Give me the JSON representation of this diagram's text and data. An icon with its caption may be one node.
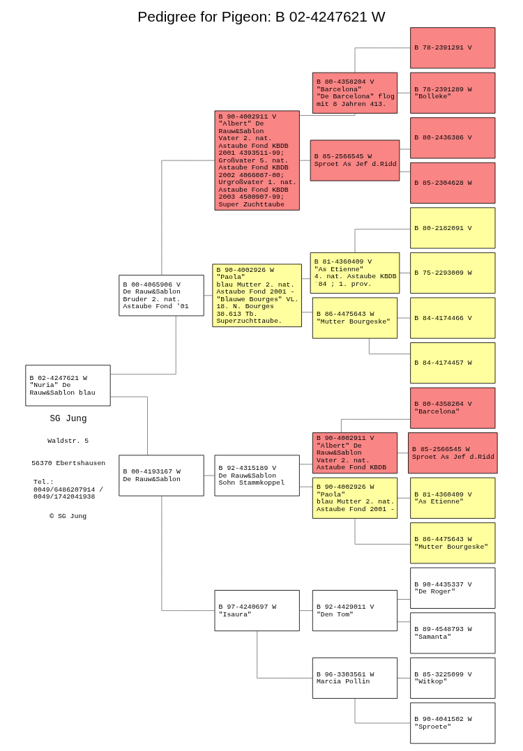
{
  "diagram": {
    "title": "Pedigree for Pigeon: B 02-4247621 W",
    "nodes": [
      {
        "text": [
          "B 02-4247621 W",
          "\"Nuria\" De Rauw&Sablon blau"
        ]
      },
      {
        "text": [
          "B 00-4065906 V",
          "De Rauw&Sablon",
          "Bruder 2. nat. Astaube Fond '01"
        ]
      },
      {
        "text": [
          "B 00-4193167 W",
          "De Rauw&Sablon"
        ]
      },
      {
        "text": [
          "B 90-4002911 V",
          "\"Albert\" De Rauw&Sablon",
          "Vater 2. nat. Astaube Fond KBDB 2001 4393511-99; Großvater 5. nat. Astaube Fond KBDB 2002 4066087-00; Urgroßvater 1. nat. Astaube Fond KBDB 2003 4500907-99; Super Zuchttaube"
        ]
      },
      {
        "text": [
          "B 90-4002926 W",
          "\"Paola\"",
          "blau Mutter 2. nat. Astaube Fond 2001 - \"Blauwe Bourges\" VL. 18. N. Bourges 38.613 Tb. Superzuchttaube."
        ]
      },
      {
        "text": [
          "B 92-4315189 V",
          "De Rauw&Sablon",
          "Sohn Stammkoppel"
        ]
      },
      {
        "text": [
          "B 97-4240697 W",
          "\"Isaura\""
        ]
      },
      {
        "text": [
          "B 80-4358204 V",
          "\"Barcelona\"",
          "\"De Barcelona\" flog mit 8 Jahren 413."
        ]
      },
      {
        "text": [
          "B 85-2566545 W",
          "Sproet As Jef d.Ridd"
        ]
      },
      {
        "text": [
          "B 81-4360409 V",
          "\"As Etienne\"",
          "4. nat. Astaube KBDB `84 ; 1. prov."
        ]
      },
      {
        "text": [
          "B 86-4475643 W",
          "\"Mutter Bourgeske\""
        ]
      },
      {
        "text": [
          "B 90-4002911 V",
          "\"Albert\" De Rauw&Sablon",
          "Vater 2. nat. Astaube Fond KBDB"
        ]
      },
      {
        "text": [
          "B 90-4002926 W",
          "\"Paola\"",
          "blau Mutter 2. nat. Astaube Fond 2001 -"
        ]
      },
      {
        "text": [
          "B 92-4429011 V",
          "\"Den Tom\""
        ]
      },
      {
        "text": [
          "B 96-3303561 W",
          "Marcia Pollin"
        ]
      },
      {
        "text": [
          "B 78-2391291 V"
        ]
      },
      {
        "text": [
          "B 78-2391289 W",
          "\"Bolleke\""
        ]
      },
      {
        "text": [
          "B 80-2436386 V"
        ]
      },
      {
        "text": [
          "B 85-2304628 W"
        ]
      },
      {
        "text": [
          "B 80-2182091 V"
        ]
      },
      {
        "text": [
          "B 75-2293009 W"
        ]
      },
      {
        "text": [
          "B 84-4174466 V"
        ]
      },
      {
        "text": [
          "B 84-4174457 W"
        ]
      },
      {
        "text": [
          "B 80-4358204 V",
          "\"Barcelona\""
        ]
      },
      {
        "text": [
          "B 85-2566545 W",
          "Sproet As Jef d.Ridd"
        ]
      },
      {
        "text": [
          "B 81-4360409 V",
          "\"As Etienne\""
        ]
      },
      {
        "text": [
          "B 86-4475643 W",
          "\"Mutter Bourgeske\""
        ]
      },
      {
        "text": [
          "B 90-4435337 V",
          "\"De Roger\""
        ]
      },
      {
        "text": [
          "B 89-4548793 W",
          "\"Samanta\""
        ]
      },
      {
        "text": [
          "B 85-3225099 V",
          "\"Witkop\""
        ]
      },
      {
        "text": [
          "B 90-4041502 W",
          "\"Sproete\""
        ]
      }
    ],
    "edges": [
      {
        "from": 0,
        "to": 1,
        "arrow": "none"
      },
      {
        "from": 0,
        "to": 2,
        "arrow": "none"
      },
      {
        "from": 1,
        "to": 3,
        "arrow": "none"
      },
      {
        "from": 1,
        "to": 4,
        "arrow": "none"
      },
      {
        "from": 2,
        "to": 5,
        "arrow": "none"
      },
      {
        "from": 2,
        "to": 6,
        "arrow": "none"
      },
      {
        "from": 3,
        "to": 7,
        "arrow": "none"
      },
      {
        "from": 3,
        "to": 8,
        "arrow": "none"
      },
      {
        "from": 4,
        "to": 9,
        "arrow": "none"
      },
      {
        "from": 4,
        "to": 10,
        "arrow": "none"
      },
      {
        "from": 5,
        "to": 11,
        "arrow": "none"
      },
      {
        "from": 5,
        "to": 12,
        "arrow": "none"
      },
      {
        "from": 6,
        "to": 13,
        "arrow": "none"
      },
      {
        "from": 6,
        "to": 14,
        "arrow": "none"
      },
      {
        "from": 7,
        "to": 15,
        "arrow": "none"
      },
      {
        "from": 7,
        "to": 16,
        "arrow": "none"
      },
      {
        "from": 8,
        "to": 17,
        "arrow": "none"
      },
      {
        "from": 8,
        "to": 18,
        "arrow": "none"
      },
      {
        "from": 9,
        "to": 19,
        "arrow": "none"
      },
      {
        "from": 9,
        "to": 20,
        "arrow": "none"
      },
      {
        "from": 10,
        "to": 21,
        "arrow": "none"
      },
      {
        "from": 10,
        "to": 22,
        "arrow": "none"
      },
      {
        "from": 11,
        "to": 23,
        "arrow": "none"
      },
      {
        "from": 11,
        "to": 24,
        "arrow": "none"
      },
      {
        "from": 12,
        "to": 25,
        "arrow": "none"
      },
      {
        "from": 12,
        "to": 26,
        "arrow": "none"
      },
      {
        "from": 13,
        "to": 27,
        "arrow": "none"
      },
      {
        "from": 13,
        "to": 28,
        "arrow": "none"
      },
      {
        "from": 14,
        "to": 29,
        "arrow": "none"
      },
      {
        "from": 14,
        "to": 30,
        "arrow": "none"
      }
    ],
    "labels": [
      "SG Jung",
      "Waldstr. 5",
      "56370 Ebertshausen",
      "Tel.: 0049/6486207914 / 0049/1742041938",
      "© SG Jung"
    ]
  }
}
